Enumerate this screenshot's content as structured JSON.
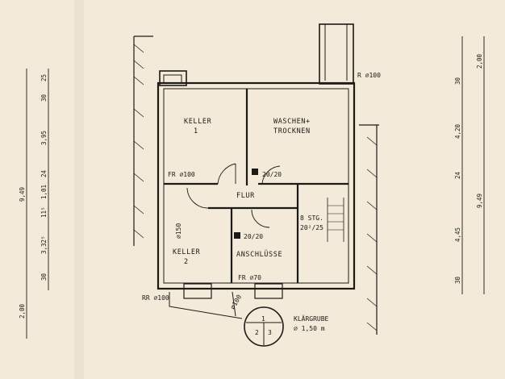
{
  "rooms": {
    "keller1_line1": "KELLER",
    "keller1_line2": "1",
    "waschen_line1": "WASCHEN+",
    "waschen_line2": "TROCKNEN",
    "flur": "FLUR",
    "keller2_line1": "KELLER",
    "keller2_line2": "2",
    "anschluesse": "ANSCHLÜSSE"
  },
  "stair": {
    "line1": "8 STG.",
    "line2": "20²/25"
  },
  "pipes": {
    "fr100": "FR ⌀100",
    "r100": "R ⌀100",
    "ff150": "⌀150",
    "fr70": "FR ⌀70",
    "rr100": "RR ⌀100",
    "d100": "⌀100",
    "vent1": "20/20",
    "vent2": "20/20"
  },
  "klargrube": {
    "title": "KLÄRGRUBE",
    "size": "⌀ 1,50 m",
    "c1": "1",
    "c2": "2",
    "c3": "3"
  },
  "dims_left": {
    "total": "9,49",
    "d1": "25",
    "d2": "30",
    "d3": "3,95",
    "d4": "24",
    "d5": "1,01",
    "d6": "11⁵",
    "d7": "3,32⁵",
    "d8": "30",
    "d9": "2,00"
  },
  "dims_right": {
    "total": "9,49",
    "d1": "2,00",
    "d2": "30",
    "d3": "4,20",
    "d4": "24",
    "d5": "4,45",
    "d6": "30"
  },
  "colors": {
    "paper": "#f3ead9",
    "ink": "#1c1a17"
  }
}
